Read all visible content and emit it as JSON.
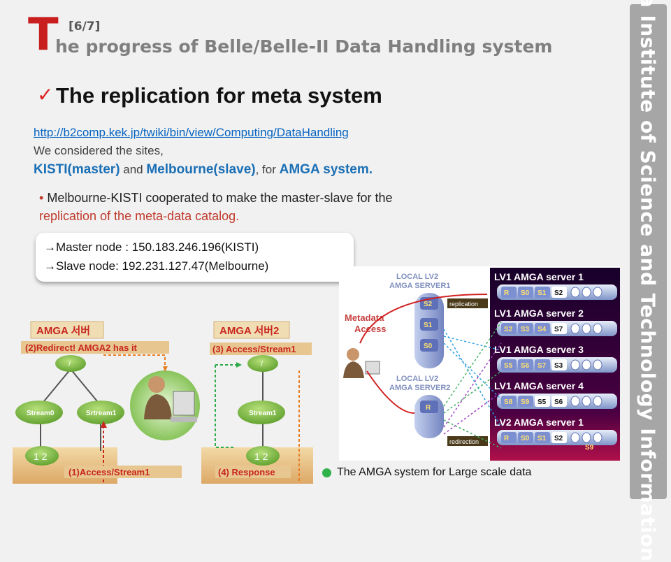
{
  "header": {
    "big_letter": "T",
    "slide_number": "[6/7]",
    "title_rest": "he progress of Belle/Belle-II Data Handling system"
  },
  "side_banner": {
    "text": "Korea Institute of Science and Technology Information"
  },
  "section": {
    "check_icon": "✓",
    "title": "The replication for meta system"
  },
  "body": {
    "link": "http://b2comp.kek.jp/twiki/bin/view/Computing/DataHandling",
    "considered": "We considered the sites,",
    "sites": {
      "kisti": "KISTI(master)",
      "and": " and ",
      "melbourne": "Melbourne(slave)",
      "for": ", for ",
      "amga": "AMGA system."
    },
    "bullet": {
      "dot": "•",
      "text1": "Melbourne-KISTI cooperated to make the master-slave for the ",
      "text2": "replication of the meta-data catalog."
    }
  },
  "callout": {
    "line1": "→Master node : 150.183.246.196(KISTI)",
    "line2": "→Slave node: 192.231.127.47(Melbourne)"
  },
  "left_diagram": {
    "server1": "AMGA 서버",
    "server2": "AMGA 서버2",
    "step2": "(2)Redirect! AMGA2 has it",
    "step3": "(3) Access/Stream1",
    "step1": "(1)Access/Stream1",
    "step4": "(4)  Response",
    "root1": "/",
    "root2": "/",
    "stream0": "Stream0",
    "srtream1": "Srtream1",
    "stream1": "Stream1",
    "files1": "1 2",
    "files2": "1 2"
  },
  "right_diagram": {
    "local1": "LOCAL LV2\nAMGA SERVER1",
    "local1_a": "LOCAL LV2",
    "local1_b": "AMGA SERVER1",
    "local2_a": "LOCAL LV2",
    "local2_b": "AMGA SERVER2",
    "metadata_a": "Metadata",
    "metadata_b": "Access",
    "replication": "replication",
    "redirection": "redirection",
    "col1": [
      "S2",
      "S1",
      "S0"
    ],
    "col2": [
      "R"
    ],
    "servers": [
      {
        "name": "LV1  AMGA  server 1",
        "cells": [
          "R",
          "S0",
          "S1",
          "S2"
        ]
      },
      {
        "name": "LV1  AMGA  server 2",
        "cells": [
          "S2",
          "S3",
          "S4",
          "S7"
        ]
      },
      {
        "name": "LV1  AMGA  server 3",
        "cells": [
          "S5",
          "S6",
          "S7",
          "S3"
        ]
      },
      {
        "name": "LV1  AMGA  server 4",
        "cells": [
          "S8",
          "S9",
          "S5",
          "S6"
        ]
      },
      {
        "name": "LV2  AMGA  server 1",
        "cells": [
          "R",
          "S0",
          "S1",
          "S2"
        ]
      }
    ],
    "extra_cell": "S9"
  },
  "caption": "The AMGA system for Large scale data",
  "colors": {
    "accent_red": "#c81e1e",
    "link_blue": "#0563c1",
    "site_blue": "#1a6fb5",
    "banner_gray": "#a6a6a6",
    "caption_green": "#2fb24a"
  }
}
